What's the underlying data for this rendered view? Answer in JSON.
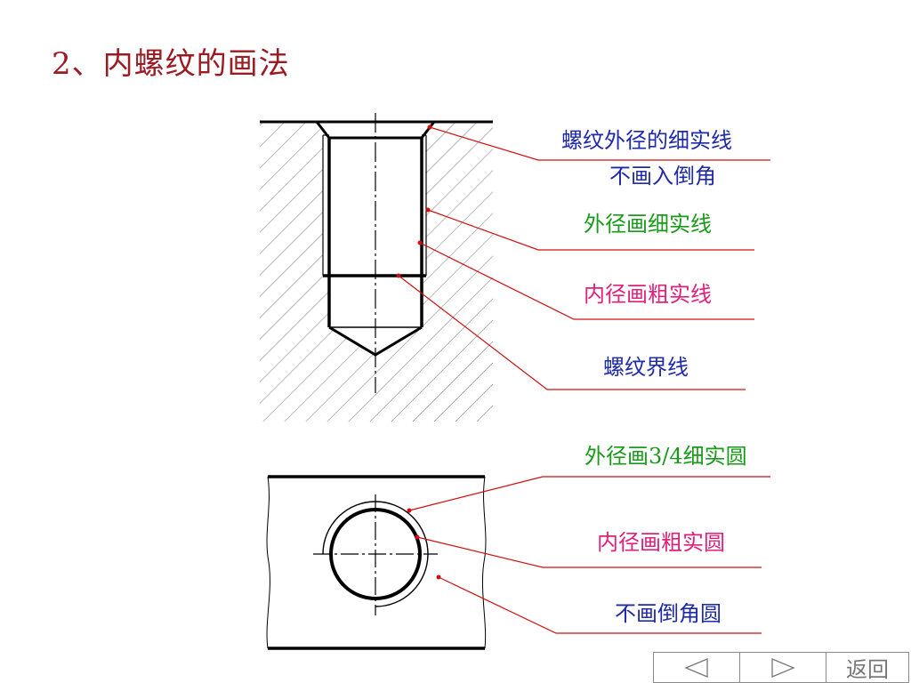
{
  "title": "2、内螺纹的画法",
  "labels": {
    "thread_major_thin": "螺纹外径的细实线",
    "no_chamfer": "不画入倒角",
    "major_thin": "外径画细实线",
    "minor_thick": "内径画粗实线",
    "thread_end": "螺纹界线",
    "major_three_quarter_circle": "外径画3/4细实圆",
    "minor_thick_circle": "内径画粗实圆",
    "no_chamfer_circle": "不画倒角圆"
  },
  "colors": {
    "title": "#9b1b22",
    "blue_label": "#1f2aa8",
    "green_label": "#1a9a1a",
    "magenta_label": "#e0207a",
    "leader": "#d01010"
  },
  "nav": {
    "prev_icon": "triangle-left-outline",
    "next_icon": "triangle-right-outline",
    "back_label": "返回"
  }
}
